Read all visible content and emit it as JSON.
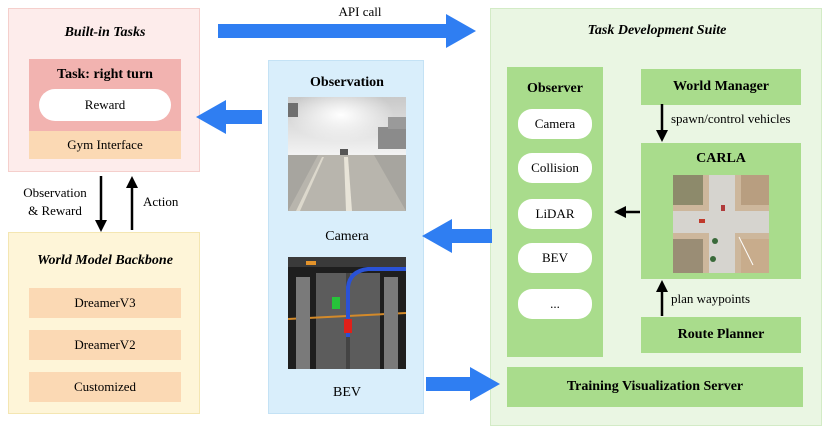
{
  "api_call": "API call",
  "builtin": {
    "title": "Built-in Tasks",
    "task": "Task: right turn",
    "reward": "Reward",
    "gym": "Gym Interface"
  },
  "flow": {
    "obs_reward": "Observation\n& Reward",
    "action": "Action"
  },
  "world_model": {
    "title": "World Model Backbone",
    "items": [
      "DreamerV3",
      "DreamerV2",
      "Customized"
    ]
  },
  "observation_panel": {
    "title": "Observation",
    "camera_label": "Camera",
    "bev_label": "BEV"
  },
  "suite": {
    "title": "Task Development Suite",
    "observer_title": "Observer",
    "observer_items": [
      "Camera",
      "Collision",
      "LiDAR",
      "BEV",
      "..."
    ],
    "world_manager": "World Manager",
    "spawn_label": "spawn/control vehicles",
    "carla": "CARLA",
    "plan_label": "plan waypoints",
    "route_planner": "Route Planner",
    "training_server": "Training Visualization Server"
  },
  "colors": {
    "arrow_blue": "#2f7ef2",
    "builtin_bg": "#fdeceb",
    "task_red": "#f2b3b0",
    "gym_orange": "#fbd9b4",
    "world_model_bg": "#fef5d8",
    "observation_bg": "#d9eefb",
    "suite_bg": "#eaf6e3",
    "green": "#a9dc8c"
  }
}
